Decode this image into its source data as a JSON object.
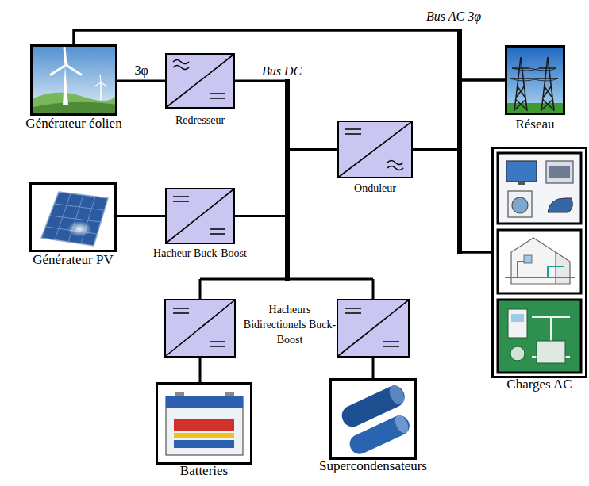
{
  "diagram": {
    "nodes": [
      {
        "text": [
          "Générateur éolien"
        ]
      },
      {
        "text": [
          "Redresseur"
        ]
      },
      {
        "text": [
          "Réseau"
        ]
      },
      {
        "text": [
          "Onduleur"
        ]
      },
      {
        "text": [
          "Générateur PV"
        ]
      },
      {
        "text": [
          "Hacheur Buck-Boost"
        ]
      },
      {
        "text": [
          "Charges AC"
        ]
      },
      {
        "text": [
          "Batteries"
        ]
      },
      {
        "text": [
          "Supercondensateurs"
        ]
      }
    ],
    "edges": [
      {
        "from": 0,
        "to": 1,
        "label": "3φ",
        "arrow": "none"
      },
      {
        "from": 4,
        "to": 5,
        "arrow": "none"
      },
      {
        "from": 1,
        "to": 3,
        "arrow": "none"
      },
      {
        "from": 5,
        "to": 3,
        "arrow": "none"
      },
      {
        "from": 3,
        "to": 2,
        "arrow": "none"
      },
      {
        "from": 3,
        "to": 6,
        "arrow": "none"
      },
      {
        "from": 0,
        "to": 2,
        "arrow": "none"
      },
      {
        "from": 0,
        "to": 6,
        "arrow": "none"
      }
    ],
    "labels": [
      "Bus AC 3φ",
      "Bus DC",
      "Hacheurs Bidirectionels Buck-Boost"
    ]
  }
}
